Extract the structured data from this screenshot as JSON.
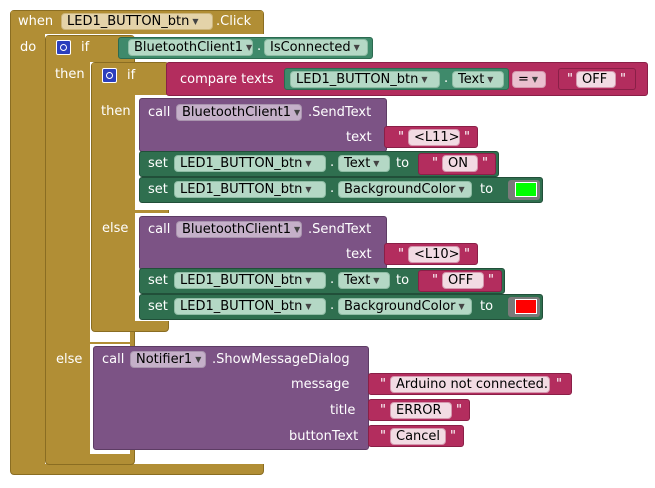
{
  "event": {
    "when": "when",
    "component": "LED1_BUTTON_btn",
    "event": ".Click",
    "do": "do"
  },
  "if1": {
    "if": "if",
    "then": "then",
    "else": "else",
    "cond_component": "BluetoothClient1",
    "cond_prop": "IsConnected"
  },
  "if2": {
    "if": "if",
    "then": "then",
    "else": "else",
    "compare": "compare texts",
    "comp_component": "LED1_BUTTON_btn",
    "comp_prop": "Text",
    "op": "=",
    "value": "OFF"
  },
  "then_branch": {
    "call": "call",
    "component": "BluetoothClient1",
    "method": ".SendText",
    "arg_label": "text",
    "arg_value": "<L11>",
    "set1": {
      "set": "set",
      "component": "LED1_BUTTON_btn",
      "prop": "Text",
      "to": "to",
      "value": "ON"
    },
    "set2": {
      "set": "set",
      "component": "LED1_BUTTON_btn",
      "prop": "BackgroundColor",
      "to": "to",
      "color": "#00ff00"
    }
  },
  "else_branch": {
    "call": "call",
    "component": "BluetoothClient1",
    "method": ".SendText",
    "arg_label": "text",
    "arg_value": "<L10>",
    "set1": {
      "set": "set",
      "component": "LED1_BUTTON_btn",
      "prop": "Text",
      "to": "to",
      "value": "OFF"
    },
    "set2": {
      "set": "set",
      "component": "LED1_BUTTON_btn",
      "prop": "BackgroundColor",
      "to": "to",
      "color": "#ff0000"
    }
  },
  "notifier": {
    "call": "call",
    "component": "Notifier1",
    "method": ".ShowMessageDialog",
    "message_label": "message",
    "message": "Arduino not connected.",
    "title_label": "title",
    "title": "ERROR",
    "button_label": "buttonText",
    "button": "Cancel"
  },
  "colors": {
    "control": "#b18e35",
    "procedure": "#7c5385",
    "component": "#3f8a6b",
    "setter": "#2f6f4f",
    "logic": "#b32d5e"
  }
}
